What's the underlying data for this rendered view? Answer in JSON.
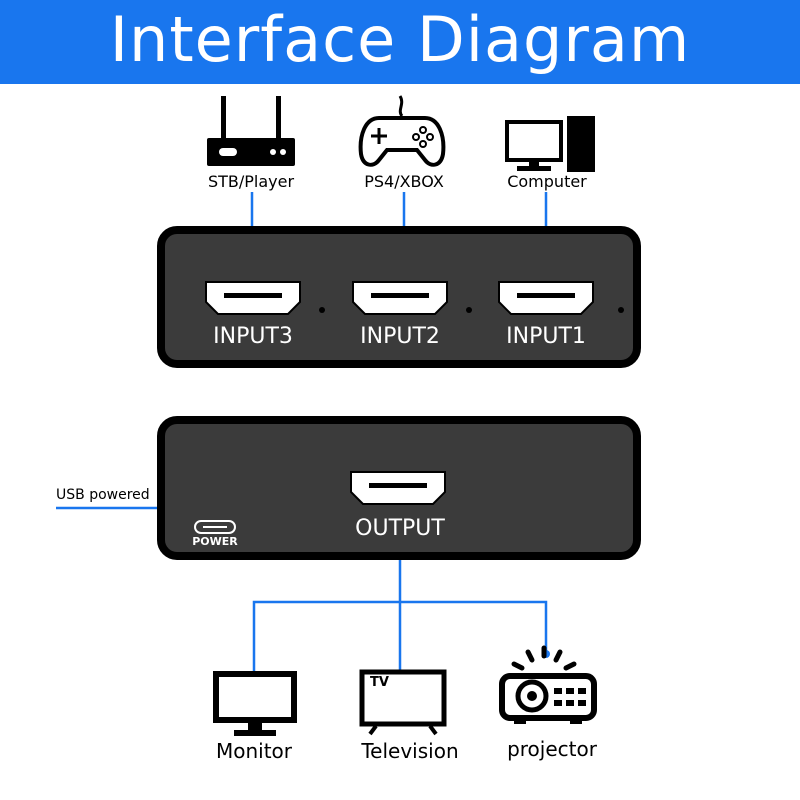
{
  "title": "Interface Diagram",
  "sources": [
    {
      "label": "STB/Player",
      "icon": "router-icon"
    },
    {
      "label": "PS4/XBOX",
      "icon": "gamepad-icon"
    },
    {
      "label": "Computer",
      "icon": "computer-icon"
    }
  ],
  "input_panel": {
    "ports": [
      "INPUT3",
      "INPUT2",
      "INPUT1"
    ]
  },
  "output_panel": {
    "output_label": "OUTPUT",
    "power_label": "POWER",
    "usb_label": "USB powered"
  },
  "destinations": [
    {
      "label": "Monitor",
      "icon": "monitor-icon"
    },
    {
      "label": "Television",
      "icon": "tv-icon",
      "screen_text": "TV"
    },
    {
      "label": "projector",
      "icon": "projector-icon"
    }
  ],
  "colors": {
    "banner": "#1976ee",
    "connector": "#1976ee",
    "panel": "#3b3b3b"
  }
}
